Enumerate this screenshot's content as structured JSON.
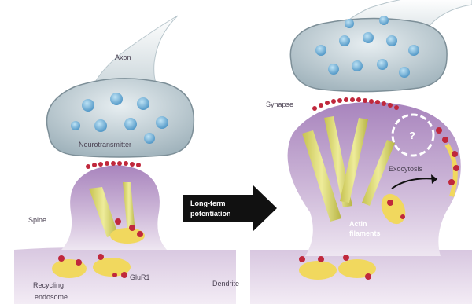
{
  "labels": {
    "axon": "Axon",
    "neurotransmitter": "Neurotransmitter",
    "spine": "Spine",
    "recycling_endosome_line1": "Recycling",
    "recycling_endosome_line2": "endosome",
    "glur1": "GluR1",
    "dendrite": "Dendrite",
    "synapse": "Synapse",
    "exocytosis": "Exocytosis",
    "actin_filaments_line1": "Actin",
    "actin_filaments_line2": "filaments",
    "unknown_mark": "?",
    "arrow_line1": "Long-term",
    "arrow_line2": "potentiation"
  },
  "colors": {
    "spine_purple": "#a78bb8",
    "spine_light": "#e9dced",
    "axon_terminal": "#bcc9d0",
    "vesicle_blue": "#5aa6d6",
    "actin_yellow": "#d9d36a",
    "endosome_yellow": "#f1d85e",
    "receptor_red": "#c0283c",
    "arrow_black": "#111111"
  }
}
